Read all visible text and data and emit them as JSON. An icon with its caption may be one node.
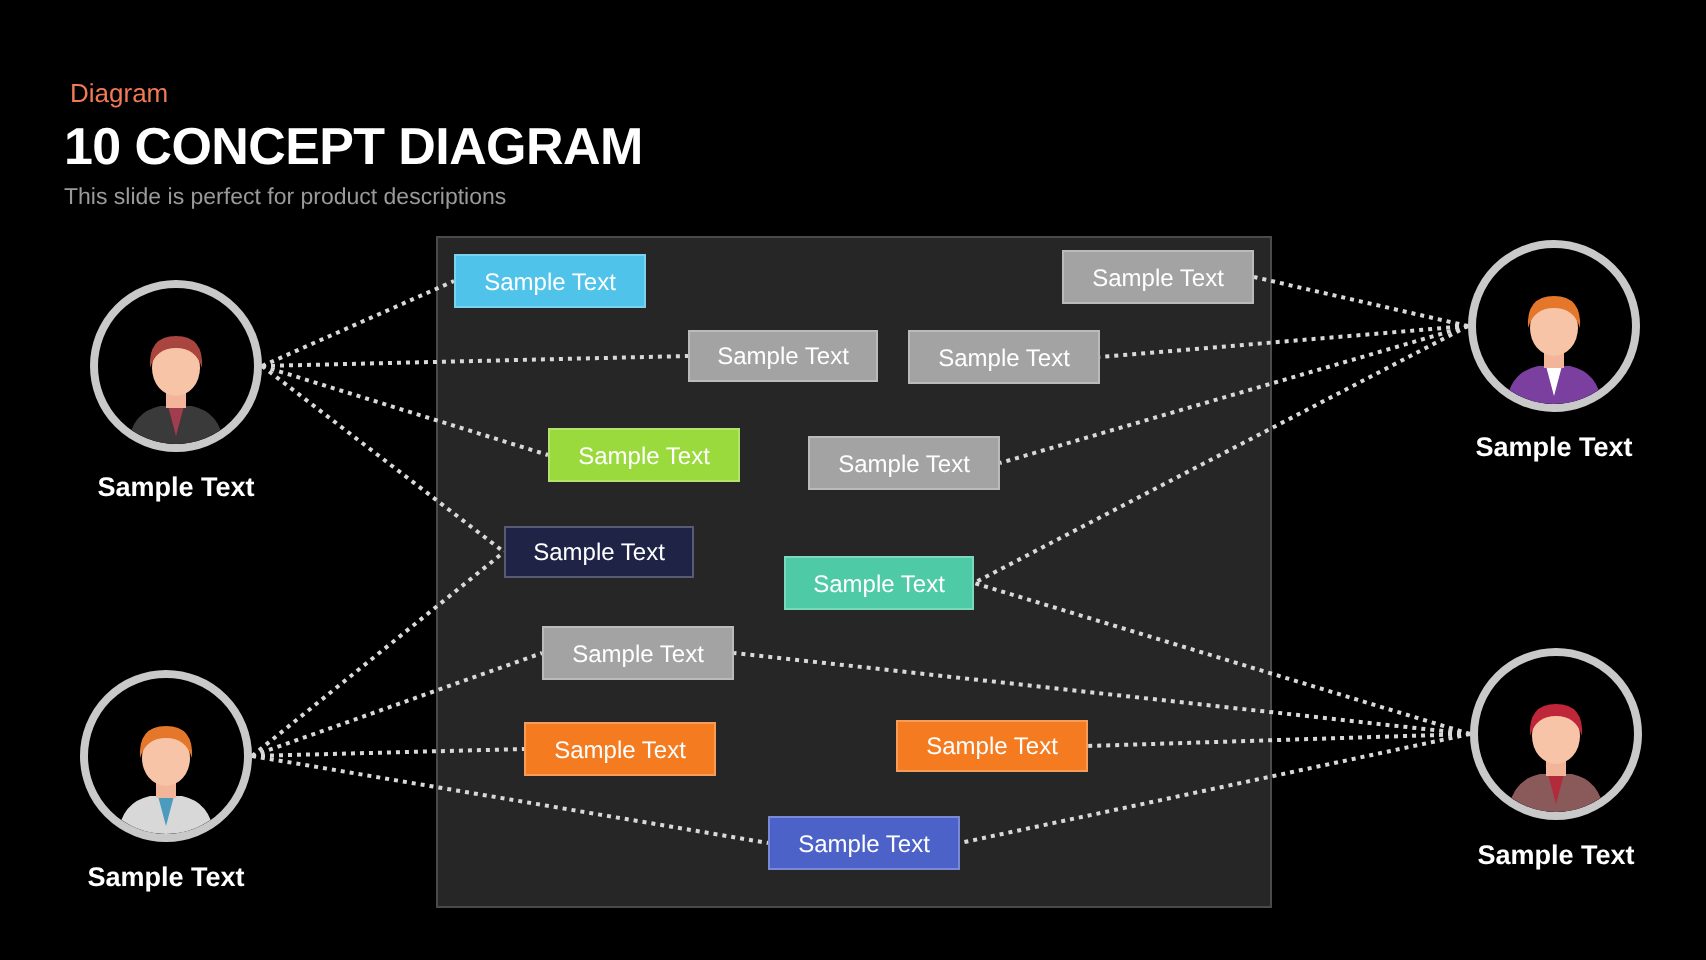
{
  "diagram": {
    "title": "10 CONCEPT DIAGRAM",
    "nodes": [
      {
        "text": [],
        "shape": "box"
      },
      {
        "text": [
          "Sample Text"
        ],
        "in": 0
      },
      {
        "text": [
          "Sample Text"
        ],
        "in": 0
      },
      {
        "text": [
          "Sample Text"
        ],
        "in": 0
      },
      {
        "text": [
          "Sample Text"
        ],
        "in": 0
      },
      {
        "text": [
          "Sample Text"
        ],
        "in": 0
      },
      {
        "text": [
          "Sample Text"
        ],
        "in": 0
      },
      {
        "text": [
          "Sample Text"
        ],
        "in": 0
      },
      {
        "text": [
          "Sample Text"
        ],
        "in": 0
      },
      {
        "text": [
          "Sample Text"
        ],
        "in": 0
      },
      {
        "text": [
          "Sample Text"
        ],
        "in": 0
      },
      {
        "text": [
          "Sample Text"
        ],
        "in": 0
      },
      {
        "text": [
          "Sample Text"
        ],
        "in": 0
      },
      {
        "text": [
          "Sample Text"
        ]
      },
      {
        "text": [
          "Sample Text"
        ]
      },
      {
        "text": [
          "Sample Text"
        ]
      },
      {
        "text": [
          "Sample Text"
        ]
      }
    ],
    "edges": [
      {
        "from": 13,
        "to": 1,
        "arrow": "none"
      },
      {
        "from": 13,
        "to": 3,
        "arrow": "none"
      },
      {
        "from": 13,
        "to": 5,
        "arrow": "none"
      },
      {
        "from": 13,
        "to": 7,
        "arrow": "none"
      },
      {
        "from": 15,
        "to": 7,
        "arrow": "none"
      },
      {
        "from": 15,
        "to": 9,
        "arrow": "none"
      },
      {
        "from": 15,
        "to": 10,
        "arrow": "none"
      },
      {
        "from": 15,
        "to": 12,
        "arrow": "none"
      },
      {
        "from": 14,
        "to": 2,
        "arrow": "none"
      },
      {
        "from": 14,
        "to": 4,
        "arrow": "none"
      },
      {
        "from": 14,
        "to": 6,
        "arrow": "none"
      },
      {
        "from": 14,
        "to": 8,
        "arrow": "none"
      },
      {
        "from": 16,
        "to": 8,
        "arrow": "none"
      },
      {
        "from": 16,
        "to": 9,
        "arrow": "none"
      },
      {
        "from": 16,
        "to": 11,
        "arrow": "none"
      },
      {
        "from": 16,
        "to": 12,
        "arrow": "none"
      }
    ],
    "labels": [
      "Diagram",
      "This slide is perfect for product descriptions"
    ]
  }
}
